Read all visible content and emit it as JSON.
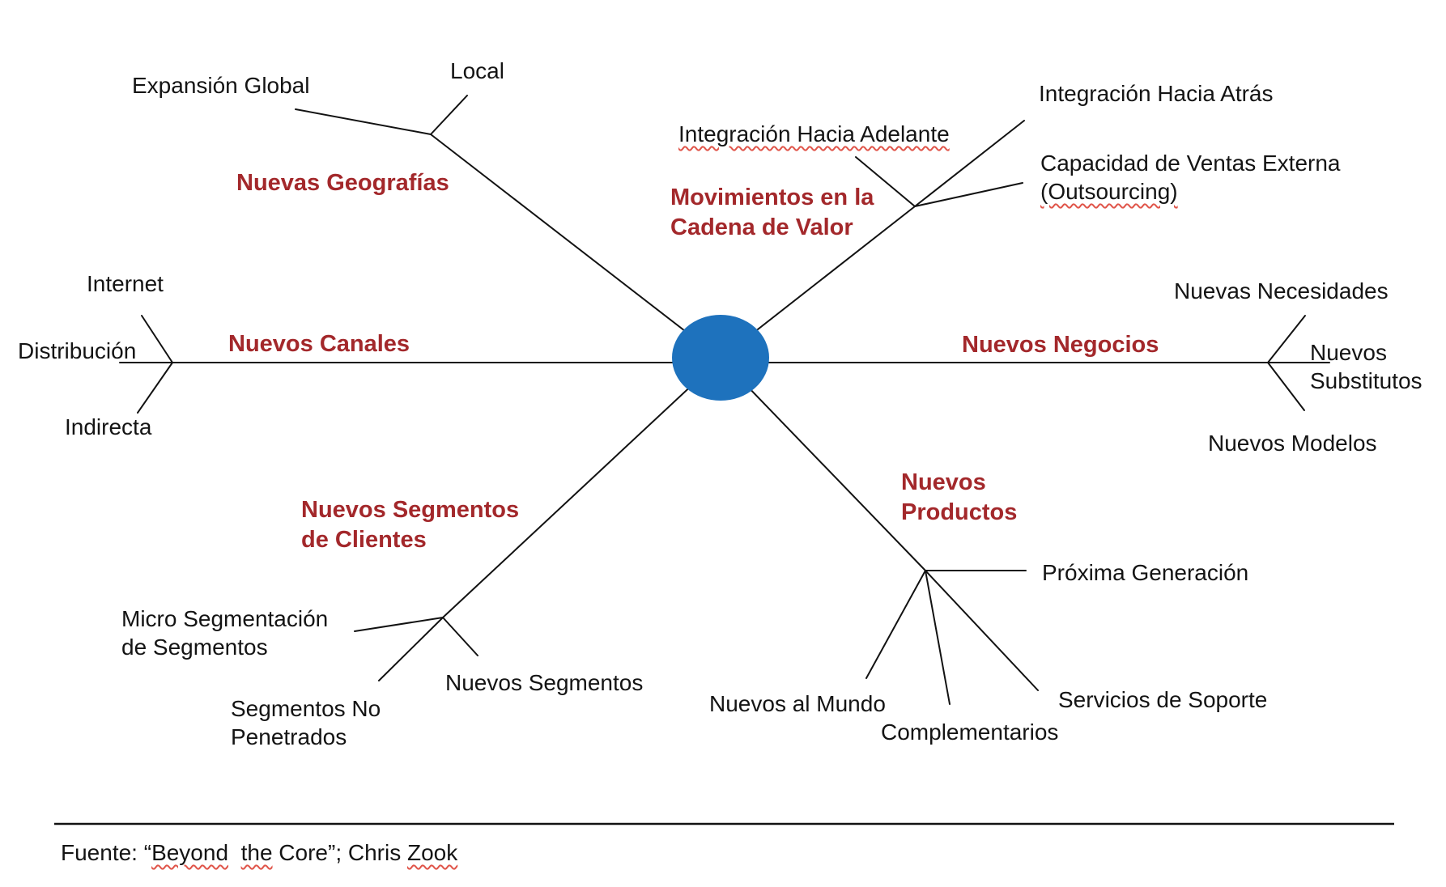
{
  "colors": {
    "center_node": "#1E72BD",
    "branch_label": "#A3282B",
    "squiggle": "#E0554A",
    "line": "#121212",
    "text": "#141414"
  },
  "diagram": {
    "type": "mindmap",
    "center_node_shape": "ellipse",
    "branches": {
      "nuevas_geografias": {
        "label": "Nuevas Geografías",
        "expansion_global": "Expansión Global",
        "local": "Local"
      },
      "movimientos_cadena_valor": {
        "label_line1": "Movimientos en la",
        "label_line2": "Cadena de Valor",
        "integracion_adelante": "Integración Hacia Adelante",
        "integracion_atras": "Integración Hacia Atrás",
        "capacidad_line1": "Capacidad de Ventas Externa",
        "capacidad_line2": "(Outsourcing)"
      },
      "nuevos_canales": {
        "label": "Nuevos Canales",
        "internet": "Internet",
        "distribucion": "Distribución",
        "indirecta": "Indirecta"
      },
      "nuevos_negocios": {
        "label": "Nuevos Negocios",
        "nuevas_necesidades": "Nuevas Necesidades",
        "nuevos_substitutos_line1": "Nuevos",
        "nuevos_substitutos_line2": "Substitutos",
        "nuevos_modelos": "Nuevos Modelos"
      },
      "nuevos_segmentos_de_clientes": {
        "label_line1": "Nuevos Segmentos",
        "label_line2": "de Clientes",
        "micro_line1": "Micro Segmentación",
        "micro_line2": "de Segmentos",
        "no_penetrados_line1": "Segmentos No",
        "no_penetrados_line2": "Penetrados",
        "nuevos_segmentos": "Nuevos Segmentos"
      },
      "nuevos_productos": {
        "label_line1": "Nuevos",
        "label_line2": "Productos",
        "proxima_generacion": "Próxima Generación",
        "nuevos_al_mundo": "Nuevos al Mundo",
        "complementarios": "Complementarios",
        "servicios_soporte": "Servicios de Soporte"
      }
    }
  },
  "footer": {
    "prefix": "Fuente: “",
    "beyond": "Beyond",
    "gap": "  ",
    "the": "the",
    "middle": " Core”; Chris ",
    "zook": "Zook"
  }
}
